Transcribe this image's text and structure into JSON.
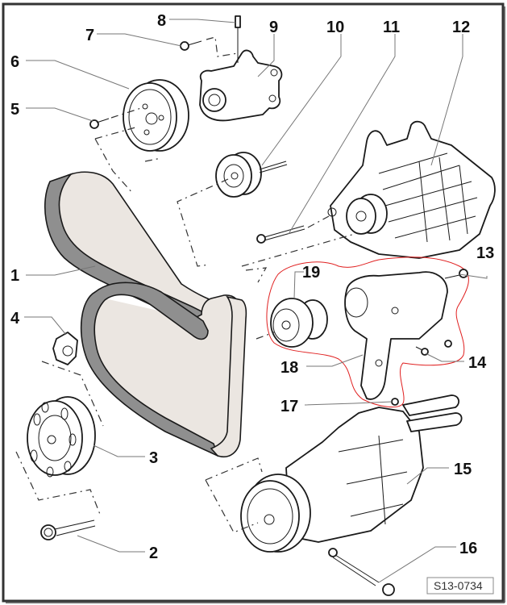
{
  "diagram": {
    "title": "Belt drive assembly exploded view",
    "reference_code": "S13-0734",
    "highlight_color": "#e02020",
    "callouts": [
      {
        "id": "1",
        "label": "1",
        "part": "ribbed-belt"
      },
      {
        "id": "2",
        "label": "2",
        "part": "crankshaft-pulley-bolt"
      },
      {
        "id": "3",
        "label": "3",
        "part": "crankshaft-vibration-damper-pulley"
      },
      {
        "id": "4",
        "label": "4",
        "part": "washer-plate"
      },
      {
        "id": "5",
        "label": "5",
        "part": "coolant-pump-pulley-bolt"
      },
      {
        "id": "6",
        "label": "6",
        "part": "coolant-pump-pulley"
      },
      {
        "id": "7",
        "label": "7",
        "part": "tensioner-bolt"
      },
      {
        "id": "8",
        "label": "8",
        "part": "locking-pin"
      },
      {
        "id": "9",
        "label": "9",
        "part": "belt-tensioner"
      },
      {
        "id": "10",
        "label": "10",
        "part": "idler-roller"
      },
      {
        "id": "11",
        "label": "11",
        "part": "alternator-bolt"
      },
      {
        "id": "12",
        "label": "12",
        "part": "alternator"
      },
      {
        "id": "13",
        "label": "13",
        "part": "bracket-bolt"
      },
      {
        "id": "14",
        "label": "14",
        "part": "bracket-bolt-lower"
      },
      {
        "id": "15",
        "label": "15",
        "part": "ac-compressor"
      },
      {
        "id": "16",
        "label": "16",
        "part": "compressor-bolt"
      },
      {
        "id": "17",
        "label": "17",
        "part": "bracket-stud"
      },
      {
        "id": "18",
        "label": "18",
        "part": "mounting-bracket"
      },
      {
        "id": "19",
        "label": "19",
        "part": "tension-roller"
      }
    ]
  }
}
